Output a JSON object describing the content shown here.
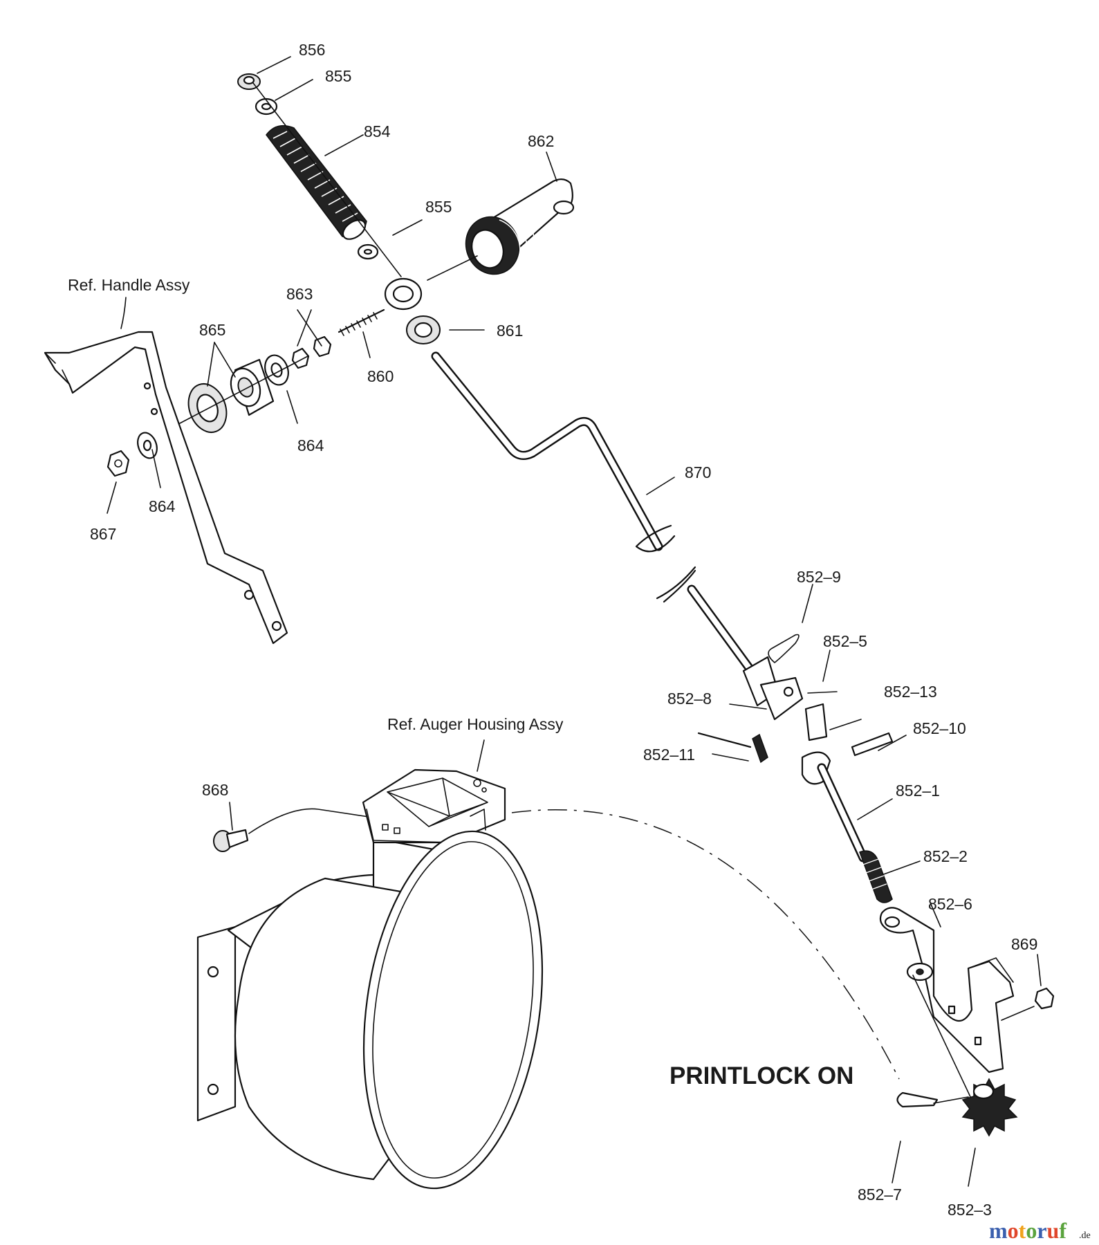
{
  "labels": {
    "p856": "856",
    "p855a": "855",
    "p854": "854",
    "p862": "862",
    "p855b": "855",
    "handle_ref": "Ref. Handle Assy",
    "p863": "863",
    "p865": "865",
    "p861": "861",
    "p860": "860",
    "p864a": "864",
    "p864b": "864",
    "p867": "867",
    "p870": "870",
    "p852_9": "852–9",
    "p852_5": "852–5",
    "p852_8": "852–8",
    "p852_13": "852–13",
    "p852_10": "852–10",
    "p852_11": "852–11",
    "auger_ref": "Ref. Auger Housing Assy",
    "p868": "868",
    "p852_1": "852–1",
    "p852_2": "852–2",
    "p852_6": "852–6",
    "p869": "869",
    "printlock": "PRINTLOCK ON",
    "p852_7": "852–7",
    "p852_3": "852–3"
  },
  "watermark": {
    "text": "motoruf",
    "suffix": ".de",
    "colors": [
      "#3a5fae",
      "#e0462b",
      "#f0a21b",
      "#5aa33d",
      "#3a5fae",
      "#e0462b",
      "#5aa33d"
    ]
  }
}
